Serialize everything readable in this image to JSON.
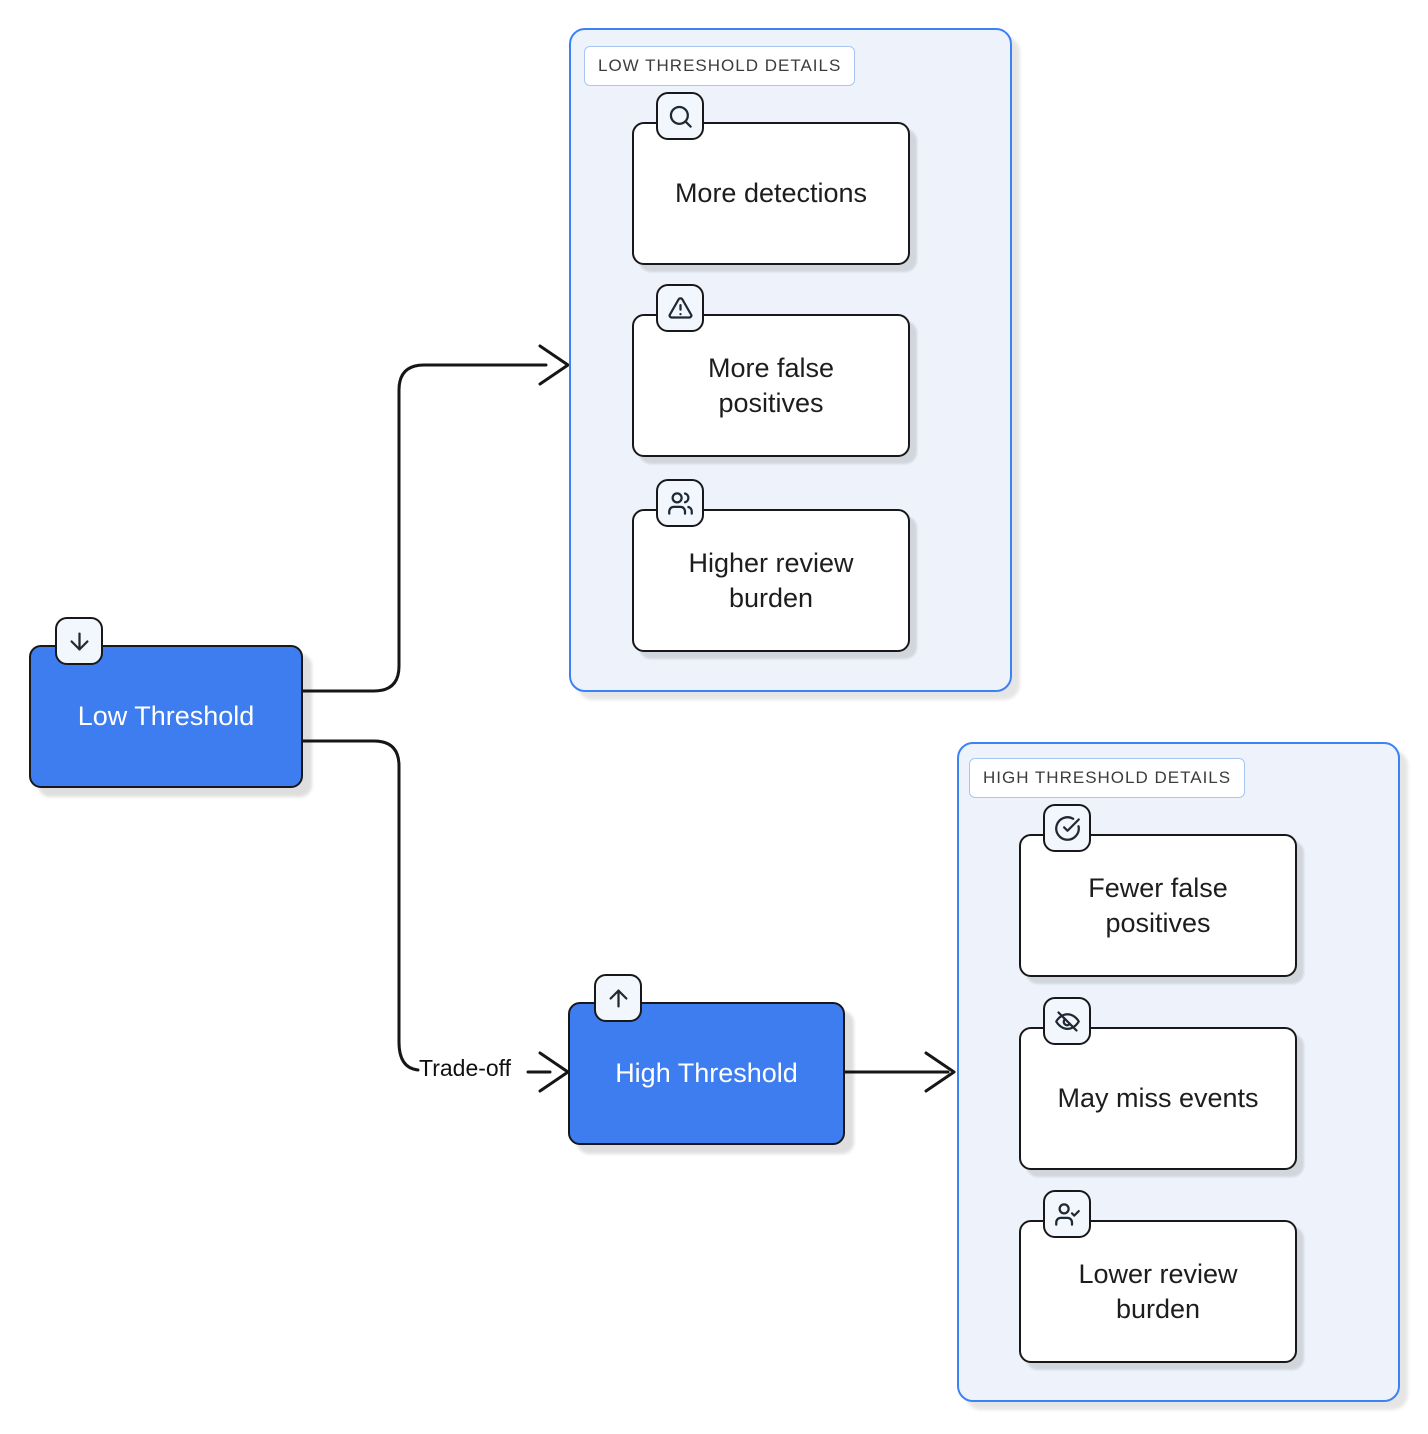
{
  "nodes": {
    "low": {
      "label": "Low Threshold",
      "badge_icon": "arrow-down-icon"
    },
    "high": {
      "label": "High Threshold",
      "badge_icon": "arrow-up-icon"
    }
  },
  "edges": {
    "trade_off": {
      "label": "Trade-off"
    }
  },
  "groups": [
    {
      "title": "LOW THRESHOLD DETAILS",
      "cards": [
        {
          "icon": "search-icon",
          "label": "More detections"
        },
        {
          "icon": "alert-triangle-icon",
          "label": "More false positives"
        },
        {
          "icon": "users-icon",
          "label": "Higher review burden"
        }
      ]
    },
    {
      "title": "HIGH THRESHOLD DETAILS",
      "cards": [
        {
          "icon": "circle-check-icon",
          "label": "Fewer false positives"
        },
        {
          "icon": "eye-off-icon",
          "label": "May miss events"
        },
        {
          "icon": "user-check-icon",
          "label": "Lower review burden"
        }
      ]
    }
  ],
  "colors": {
    "node_fill": "#3d7df0",
    "node_text": "#ffffff",
    "group_border": "#3b82f6",
    "group_fill": "#eef3fb",
    "card_fill": "#ffffff",
    "shape_stroke": "#18181b",
    "edge_stroke": "#161616"
  }
}
